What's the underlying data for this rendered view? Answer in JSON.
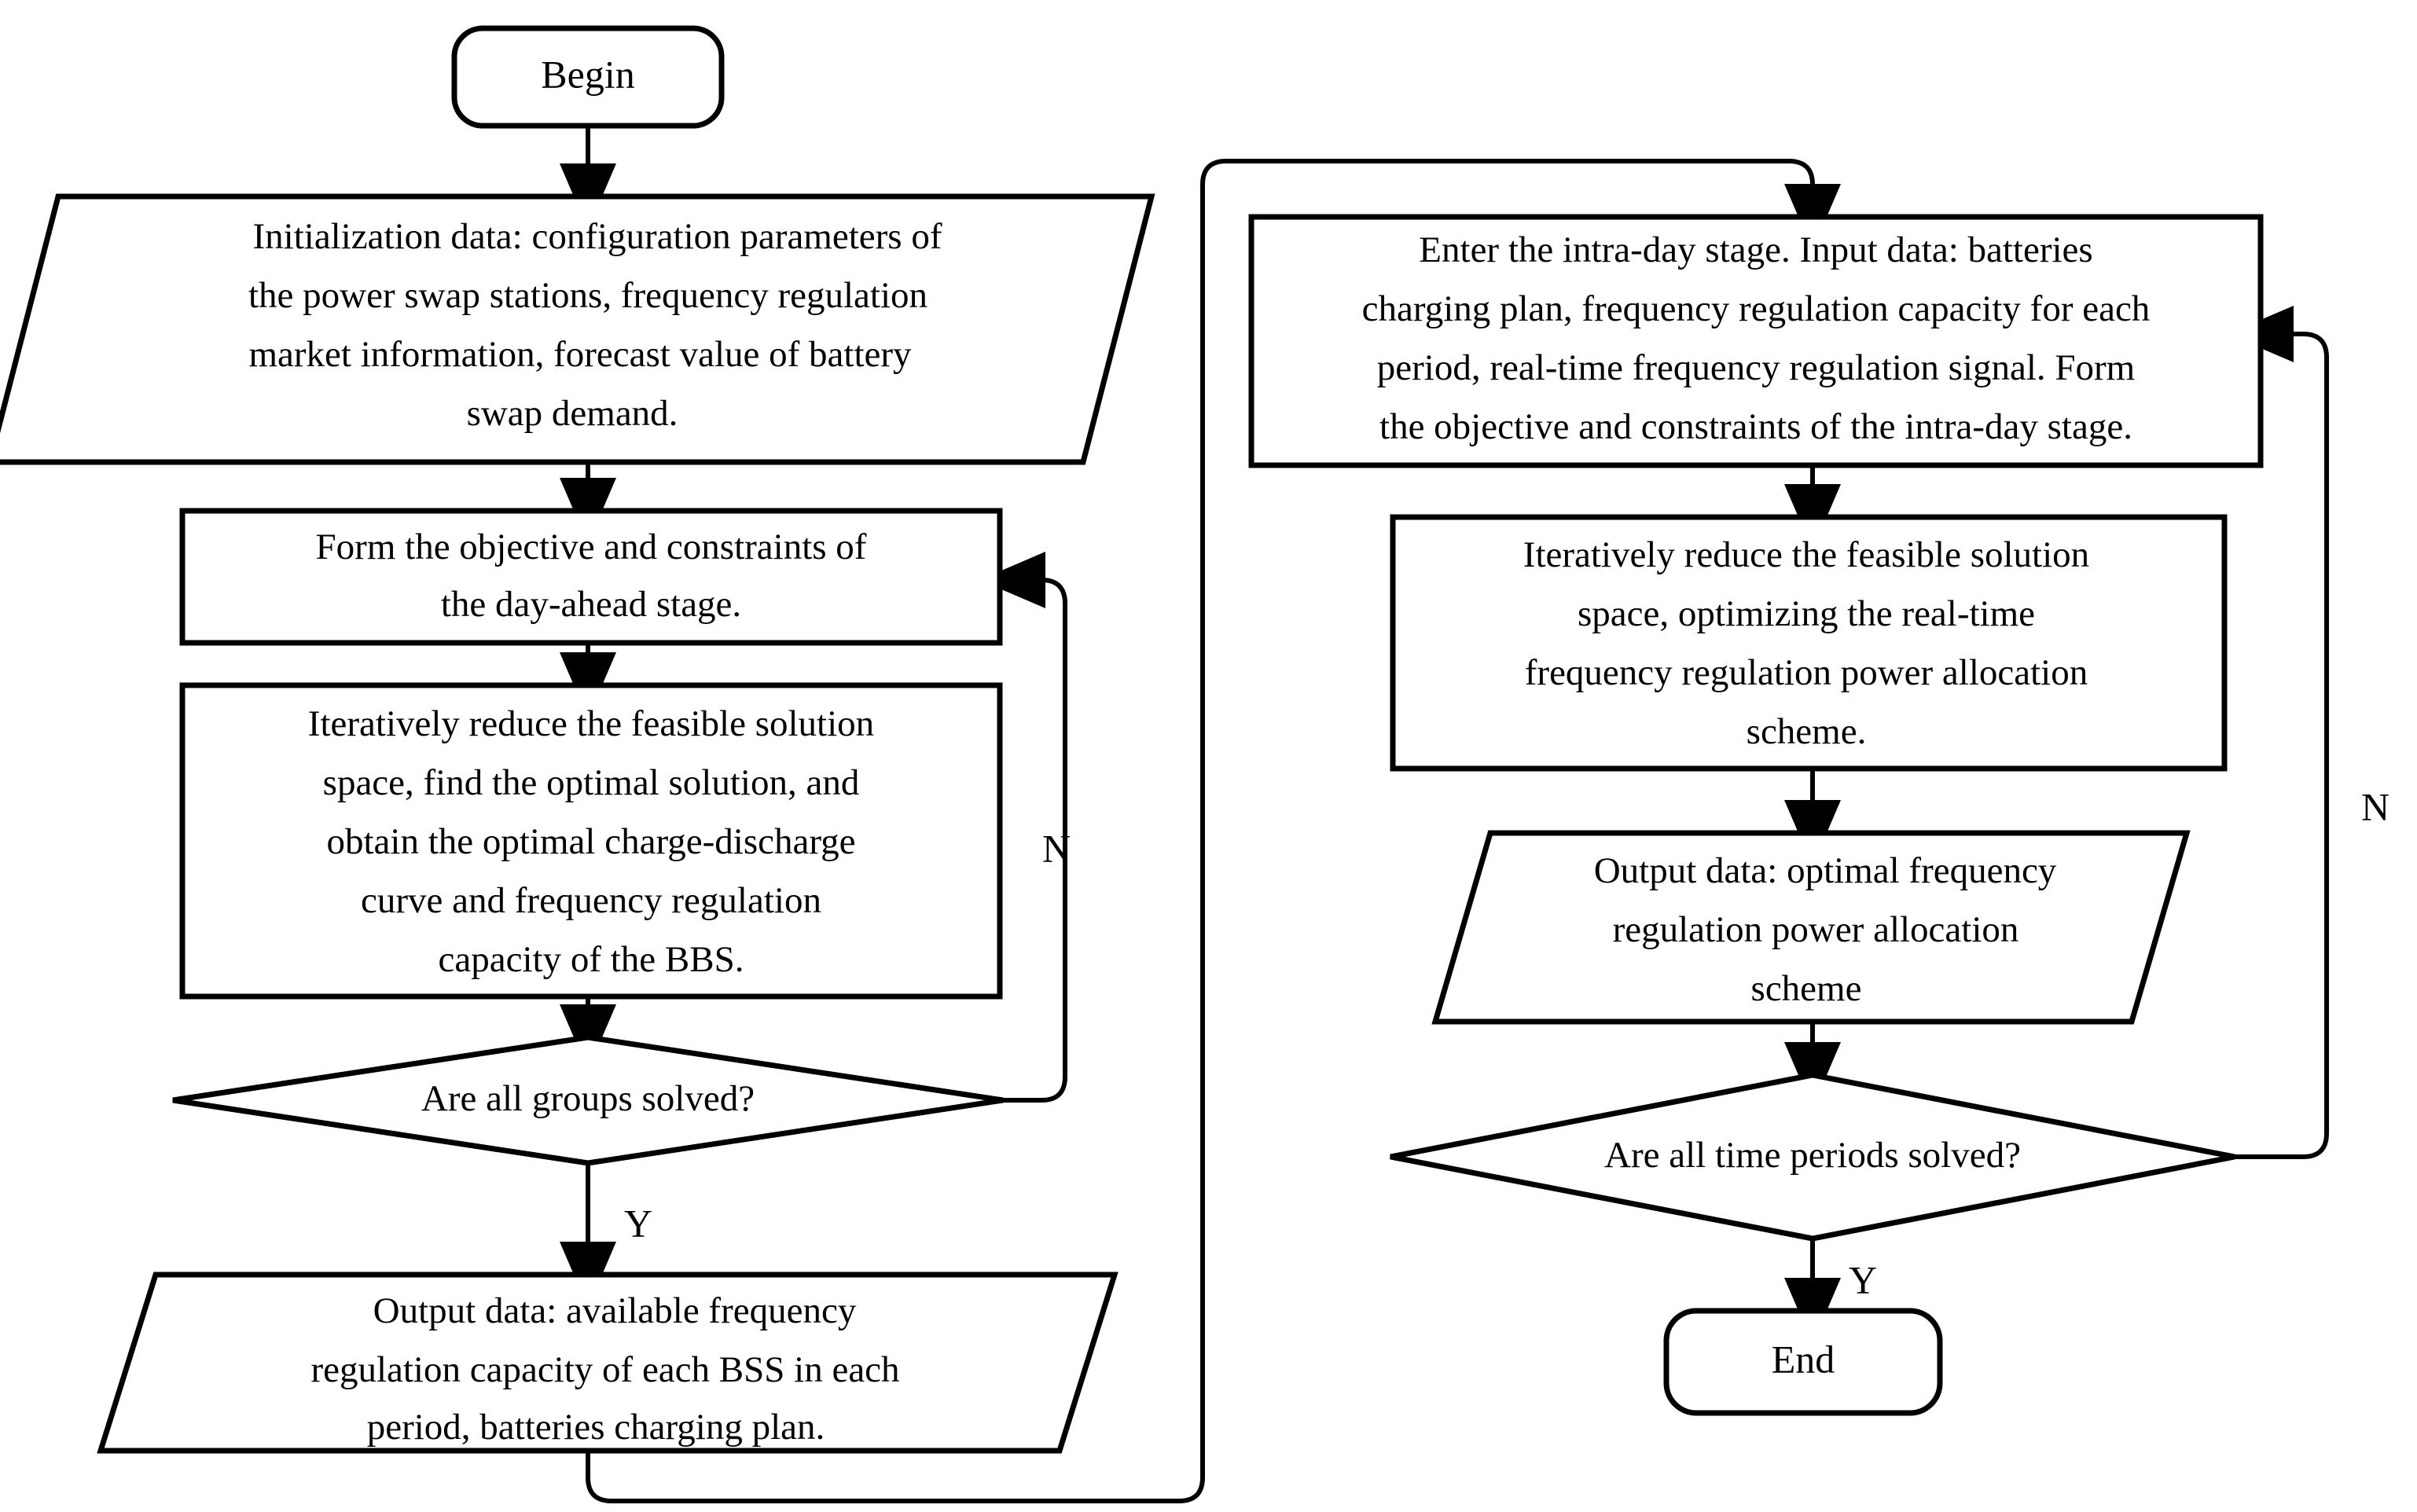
{
  "diagram": {
    "title": "Two-stage day-ahead and intra-day optimization flowchart",
    "colors": {
      "stroke": "#000000",
      "fill": "#ffffff",
      "background": "#ffffff"
    }
  },
  "nodes": {
    "begin": {
      "id": "begin",
      "type": "terminator",
      "label": "Begin"
    },
    "init_data": {
      "id": "init_data",
      "type": "io-parallelogram",
      "lines": [
        "Initialization data: configuration parameters of",
        "the power swap stations, frequency regulation",
        "market information, forecast value of battery",
        "swap demand."
      ]
    },
    "form_day_ahead": {
      "id": "form_day_ahead",
      "type": "process",
      "lines": [
        "Form the objective and constraints of",
        "the day-ahead stage."
      ]
    },
    "iterate_day_ahead": {
      "id": "iterate_day_ahead",
      "type": "process",
      "lines": [
        "Iteratively reduce the feasible solution",
        "space, find the optimal solution, and",
        "obtain the optimal charge-discharge",
        "curve and frequency regulation",
        "capacity of the BBS."
      ]
    },
    "groups_solved": {
      "id": "groups_solved",
      "type": "decision",
      "label": "Are all groups solved?"
    },
    "output_day_ahead": {
      "id": "output_day_ahead",
      "type": "io-parallelogram",
      "lines": [
        "Output data: available frequency",
        "regulation capacity of each BSS in each",
        "period, batteries charging plan."
      ]
    },
    "enter_intra_day": {
      "id": "enter_intra_day",
      "type": "process",
      "lines": [
        "Enter the intra-day stage. Input data: batteries",
        "charging plan, frequency regulation capacity for each",
        "period, real-time frequency regulation signal. Form",
        "the objective and constraints of the intra-day stage."
      ]
    },
    "iterate_intra_day": {
      "id": "iterate_intra_day",
      "type": "process",
      "lines": [
        "Iteratively reduce the feasible solution",
        "space, optimizing the real-time",
        "frequency regulation power allocation",
        "scheme."
      ]
    },
    "output_intra_day": {
      "id": "output_intra_day",
      "type": "io-parallelogram",
      "lines": [
        "Output data: optimal frequency",
        "regulation power allocation",
        "scheme"
      ]
    },
    "periods_solved": {
      "id": "periods_solved",
      "type": "decision",
      "label": "Are all time periods solved?"
    },
    "end": {
      "id": "end",
      "type": "terminator",
      "label": "End"
    }
  },
  "edge_labels": {
    "groups_no": "N",
    "groups_yes": "Y",
    "periods_no": "N",
    "periods_yes": "Y"
  }
}
